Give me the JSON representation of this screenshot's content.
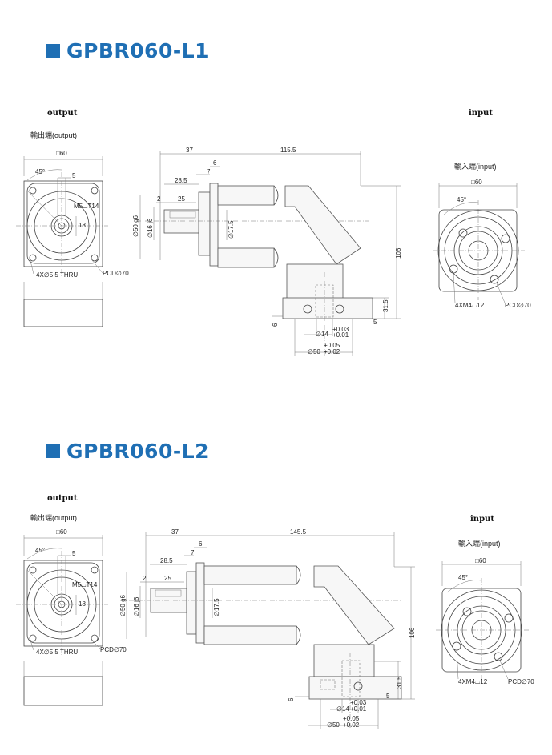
{
  "sections": [
    {
      "title": "GPBR060-L1",
      "output_label": "output",
      "output_sub": "輸出端(output)",
      "input_label": "input",
      "input_sub": "輸入端(input)",
      "dims": {
        "square": "□60",
        "angle": "45°",
        "key5": "5",
        "m5": "M5⌴T14",
        "d18": "18",
        "holes": "4X∅5.5 THRU",
        "pcd_out": "PCD∅70",
        "d37": "37",
        "d6": "6",
        "d7": "7",
        "d28_5": "28.5",
        "d2": "2",
        "d25": "25",
        "total": "115.5",
        "phi50": "∅50 g6",
        "phi16": "∅16 j6",
        "phi17_5": "∅17.5",
        "h106": "106",
        "h31_5": "31.5",
        "h6b": "6",
        "h5b": "5",
        "phi14": "∅14",
        "phi14_tol_up": "+0.03",
        "phi14_tol_dn": "+0.01",
        "phi50b": "∅50",
        "phi50b_tol_up": "+0.05",
        "phi50b_tol_dn": "+0.02",
        "in_square": "□60",
        "in_angle": "45°",
        "in_holes": "4XM4⌴12",
        "pcd_in": "PCD∅70"
      }
    },
    {
      "title": "GPBR060-L2",
      "output_label": "output",
      "output_sub": "輸出端(output)",
      "input_label": "input",
      "input_sub": "輸入端(input)",
      "dims": {
        "square": "□60",
        "angle": "45°",
        "key5": "5",
        "m5": "M5⌴T14",
        "d18": "18",
        "holes": "4X∅5.5 THRU",
        "pcd_out": "PCD∅70",
        "d37": "37",
        "d6": "6",
        "d7": "7",
        "d28_5": "28.5",
        "d2": "2",
        "d25": "25",
        "total": "145.5",
        "phi50": "∅50 g6",
        "phi16": "∅16 j6",
        "phi17_5": "∅17.5",
        "h106": "106",
        "h31_5": "31.5",
        "h6b": "6",
        "h5b": "5",
        "phi14": "∅14",
        "phi14_tol_up": "+0.03",
        "phi14_tol_dn": "+0.01",
        "phi50b": "∅50",
        "phi50b_tol_up": "+0.05",
        "phi50b_tol_dn": "+0.02",
        "in_square": "□60",
        "in_angle": "45°",
        "in_holes": "4XM4⌴12",
        "pcd_in": "PCD∅70"
      }
    }
  ]
}
